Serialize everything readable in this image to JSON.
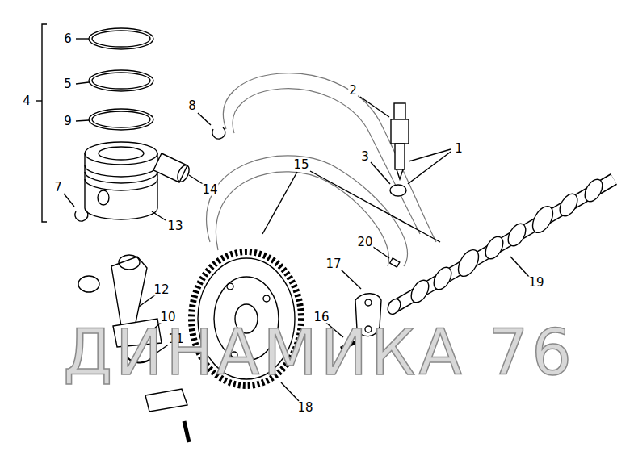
{
  "diagram": {
    "labels": [
      "6",
      "2",
      "8",
      "1",
      "4",
      "5",
      "9",
      "3",
      "15",
      "14",
      "7",
      "13",
      "20",
      "17",
      "12",
      "19",
      "10",
      "16",
      "11",
      "18",
      "ДИНАМИКА 76"
    ]
  }
}
